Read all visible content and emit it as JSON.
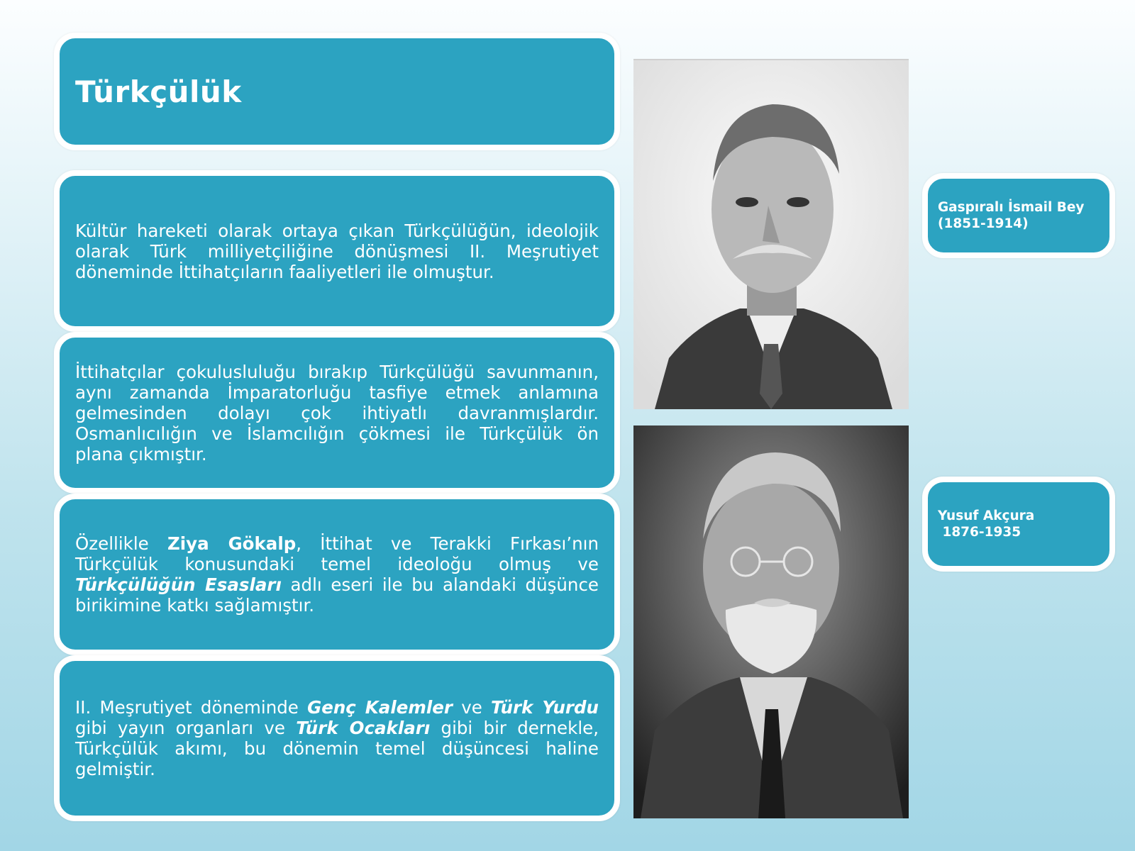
{
  "title": "Türkçülük",
  "paragraphs": {
    "p1": "Kültür hareketi olarak ortaya çıkan Türkçülüğün, ideolojik olarak Türk milliyetçiliğine dönüşmesi II. Meşrutiyet döneminde İttihatçıların faaliyetleri ile olmuştur.",
    "p2": "İttihatçılar çokulusluluğu bırakıp Türkçülüğü savunmanın, aynı zamanda İmparatorluğu tasfiye etmek anlamına gelmesinden dolayı çok ihtiyatlı davranmışlardır. Osmanlıcılığın  ve İslamcılığın çökmesi ile Türkçülük ön plana çıkmıştır.",
    "p3": {
      "t1": "Özellikle ",
      "b1": "Ziya Gökalp",
      "t2": ", İttihat ve Terakki Fırkası’nın Türkçülük konusundaki temel ideoloğu olmuş ve ",
      "i1": "Türkçülüğün Esasları",
      "t3": " adlı eseri ile bu alandaki düşünce birikimine katkı sağlamıştır."
    },
    "p4": {
      "t1": "II. Meşrutiyet döneminde ",
      "i1": "Genç Kalemler",
      "t2": " ve ",
      "i2": "Türk Yurdu",
      "t3": " gibi yayın organları ve ",
      "i3": "Türk Ocakları",
      "t4": " gibi bir dernekle, Türkçülük akımı, bu dönemin temel düşüncesi haline gelmiştir."
    }
  },
  "people": {
    "person1": "Gaspıralı İsmail Bey\n(1851-1914)",
    "person2": "Yusuf Akçura\n 1876-1935"
  },
  "colors": {
    "box": "#2ca3c1",
    "box_border": "#ffffff",
    "text": "#ffffff"
  }
}
